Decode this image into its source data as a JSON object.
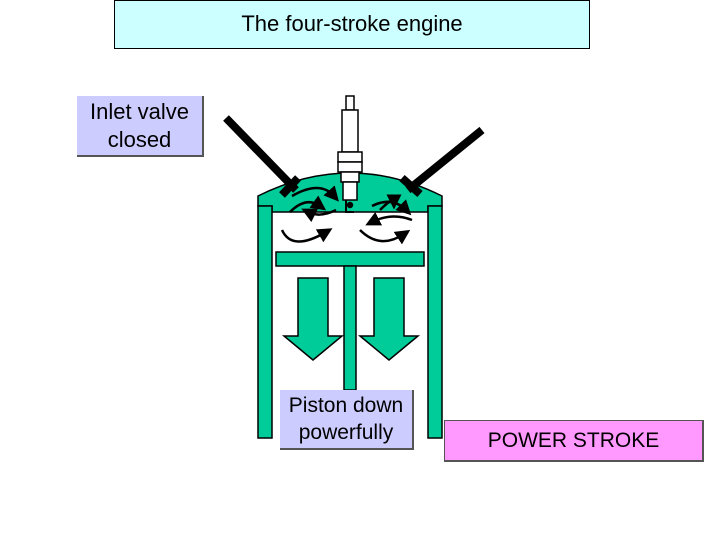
{
  "title": "The four-stroke engine",
  "inlet_label_line1": "Inlet valve",
  "inlet_label_line2": "closed",
  "piston_label_line1": "Piston down",
  "piston_label_line2": "powerfully",
  "stroke_label": "POWER STROKE",
  "colors": {
    "cylinder": "#00cc99",
    "title_box": "#ccffff",
    "label_box": "#ccccff",
    "stroke_box": "#ff99ff",
    "outline": "#000000"
  }
}
